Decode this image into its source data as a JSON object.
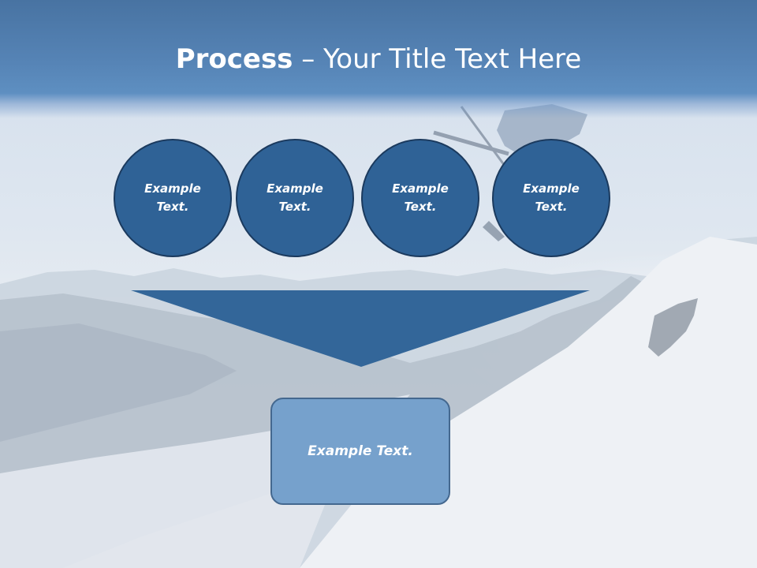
{
  "title": {
    "bold": "Process",
    "rest": " – Your Title Text Here"
  },
  "circles": [
    {
      "text": "Example Text."
    },
    {
      "text": "Example Text."
    },
    {
      "text": "Example Text."
    },
    {
      "text": "Example Text."
    }
  ],
  "result": {
    "text": "Example Text."
  },
  "colors": {
    "header": "#5684b6",
    "circle_fill": "#2f6296",
    "circle_border": "#1b3a5e",
    "funnel": "#336699",
    "result_fill": "#76a1cc",
    "result_border": "#44688f"
  }
}
